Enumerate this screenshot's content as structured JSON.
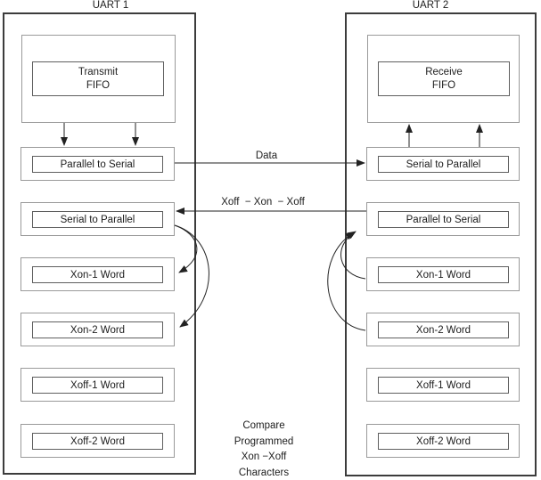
{
  "uart1": {
    "title": "UART 1",
    "fifo_line1": "Transmit",
    "fifo_line2": "FIFO",
    "parallel_to_serial": "Parallel to Serial",
    "serial_to_parallel": "Serial to Parallel",
    "xon1": "Xon-1 Word",
    "xon2": "Xon-2 Word",
    "xoff1": "Xoff-1 Word",
    "xoff2": "Xoff-2 Word"
  },
  "uart2": {
    "title": "UART 2",
    "fifo_line1": "Receive",
    "fifo_line2": "FIFO",
    "serial_to_parallel": "Serial to Parallel",
    "parallel_to_serial": "Parallel to Serial",
    "xon1": "Xon-1 Word",
    "xon2": "Xon-2 Word",
    "xoff1": "Xoff-1 Word",
    "xoff2": "Xoff-2 Word"
  },
  "labels": {
    "data": "Data",
    "flow_control": "Xoff  − Xon  − Xoff",
    "compare_line1": "Compare",
    "compare_line2": "Programmed",
    "compare_line3": "Xon −Xoff",
    "compare_line4": "Characters"
  },
  "colors": {
    "background": "#ffffff",
    "outer_frame_border": "#3c3c3c",
    "container_border": "#9a9a9a",
    "inner_box_border": "#5f5f5f",
    "text": "#1c1c1c",
    "arrow": "#222222"
  }
}
